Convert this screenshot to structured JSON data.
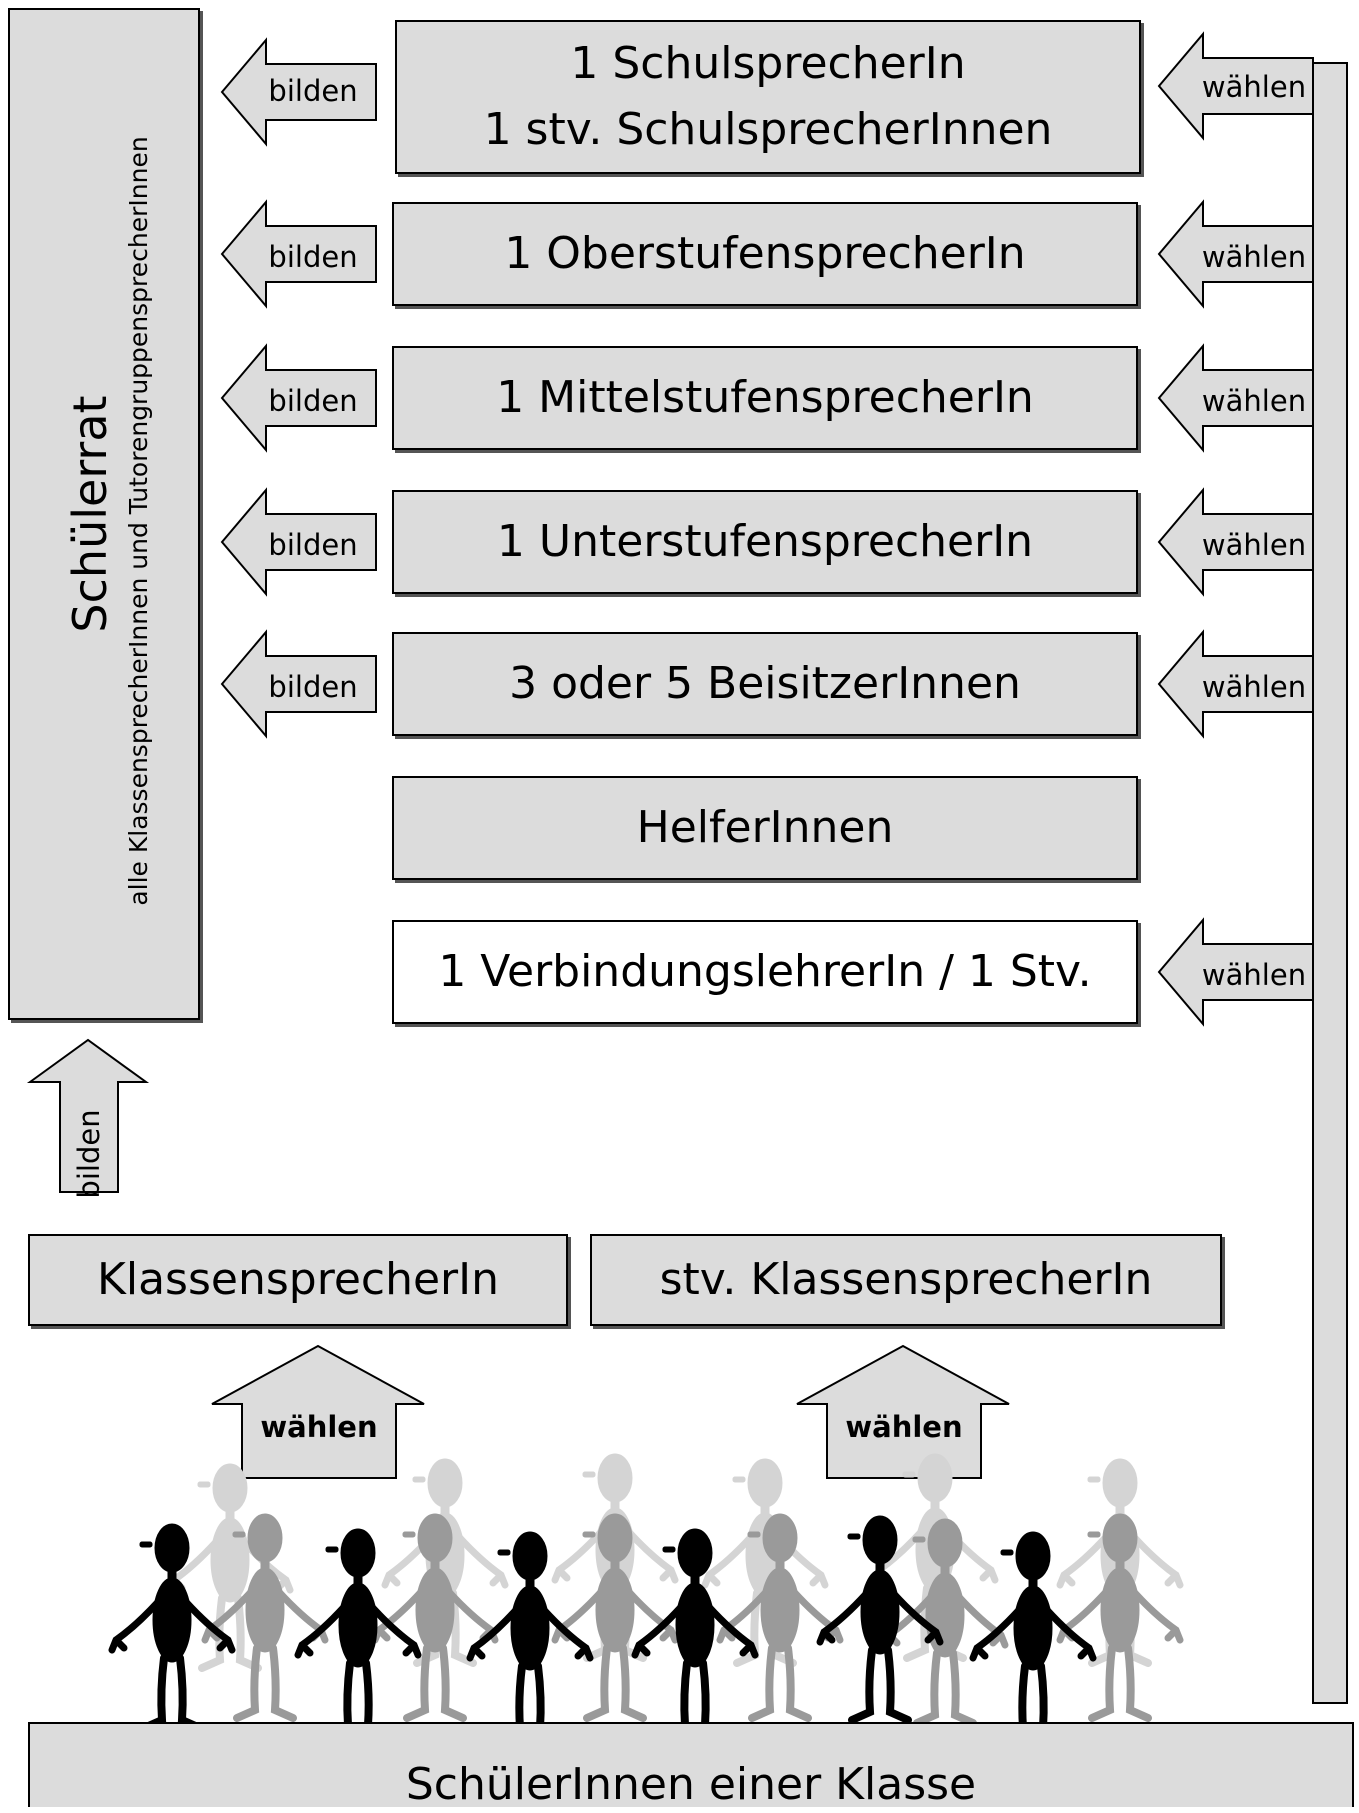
{
  "leadership": {
    "school": {
      "line1": "1 SchulsprecherIn",
      "line2": "1 stv. SchulsprecherInnen"
    },
    "upper": "1 OberstufensprecherIn",
    "middle": "1 MittelstufensprecherIn",
    "lower": "1 UnterstufensprecherIn",
    "assessors": "3 oder 5 BeisitzerInnen",
    "helpers": "HelferInnen",
    "liaison": "1 VerbindungslehrerIn / 1 Stv."
  },
  "council": {
    "title": "Schülerrat",
    "subtitle": "alle KlassensprecherInnen und TutorengruppensprecherInnen"
  },
  "arrows": {
    "form": "bilden",
    "elect": "wählen"
  },
  "class": {
    "rep": "KlassensprecherIn",
    "deputy": "stv. KlassensprecherIn",
    "students": "SchülerInnen einer Klasse"
  },
  "colors": {
    "box_fill": "#dcdcdc",
    "figure_dark": "#000000",
    "figure_mid": "#999999",
    "figure_light": "#cccccc"
  }
}
